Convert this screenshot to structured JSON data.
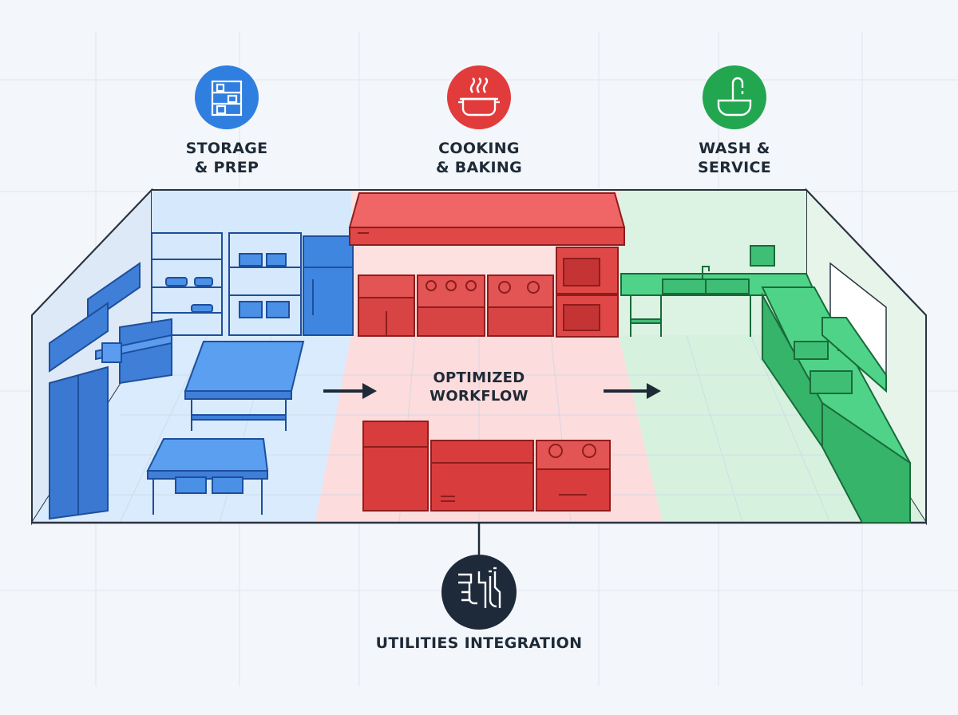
{
  "zones": [
    {
      "id": "storage",
      "line1": "STORAGE",
      "line2": "& PREP",
      "icon": "shelving-icon",
      "color": "#2f7fe0"
    },
    {
      "id": "cooking",
      "line1": "COOKING",
      "line2": "& BAKING",
      "icon": "cooking-pot-icon",
      "color": "#e23b3b"
    },
    {
      "id": "wash",
      "line1": "WASH &",
      "line2": "SERVICE",
      "icon": "sink-faucet-icon",
      "color": "#22a650"
    }
  ],
  "workflow": {
    "line1": "OPTIMIZED",
    "line2": "WORKFLOW"
  },
  "utilities": {
    "label": "UTILITIES INTEGRATION",
    "icon": "pipes-wiring-icon",
    "color": "#1e2a3a"
  }
}
